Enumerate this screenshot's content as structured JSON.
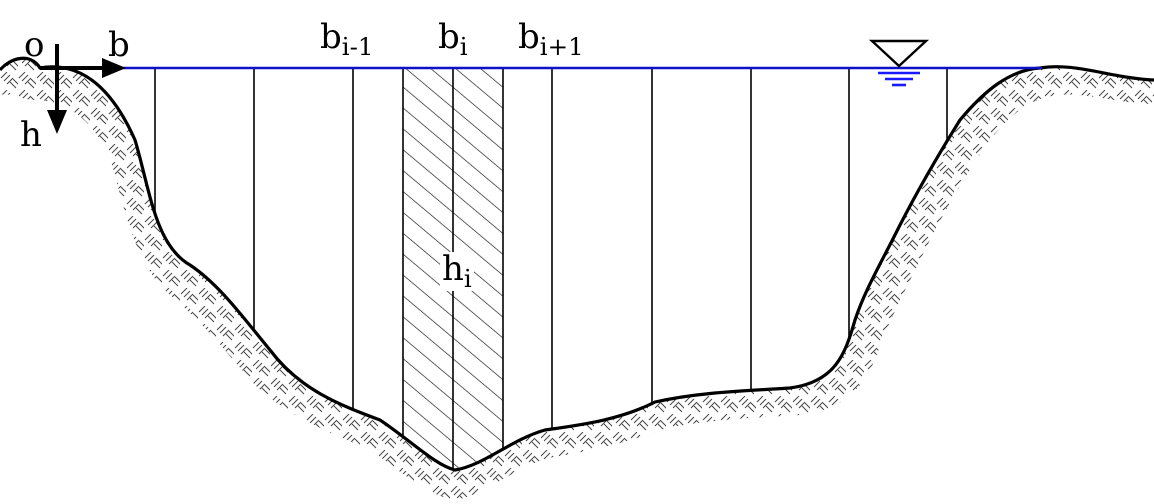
{
  "colors": {
    "water_surface": "#1010c8",
    "water_symbol": "#1a1aff",
    "ground_line": "#000000",
    "hatch": "#444444",
    "background": "#ffffff"
  },
  "labels": {
    "origin": "o",
    "b_axis": "b",
    "h_axis": "h",
    "b_prev": {
      "base": "b",
      "sub": "i-1"
    },
    "b_curr": {
      "base": "b",
      "sub": "i"
    },
    "b_next": {
      "base": "b",
      "sub": "i+1"
    },
    "h_curr": {
      "base": "h",
      "sub": "i"
    }
  },
  "icons": {
    "water_level": "water-level-triangle-icon",
    "axis_arrow": "arrow-icon"
  }
}
